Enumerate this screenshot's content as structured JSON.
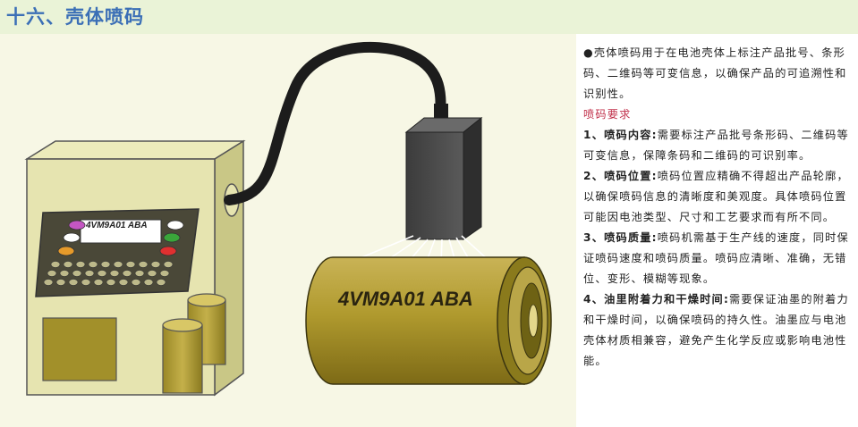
{
  "title": "十六、壳体喷码",
  "illustration": {
    "printer_screen_text": "4VM9A01 ABA",
    "battery_text": "4VM9A01 ABA"
  },
  "text": {
    "intro": "●壳体喷码用于在电池壳体上标注产品批号、条形码、二维码等可变信息，以确保产品的可追溯性和识别性。",
    "requirements_heading": "喷码要求",
    "items": [
      {
        "label": "1、喷码内容:",
        "body": "需要标注产品批号条形码、二维码等可变信息，保障条码和二维码的可识别率。"
      },
      {
        "label": "2、喷码位置:",
        "body": "喷码位置应精确不得超出产品轮廓，以确保喷码信息的清晰度和美观度。具体喷码位置可能因电池类型、尺寸和工艺要求而有所不同。"
      },
      {
        "label": "3、喷码质量:",
        "body": "喷码机需基于生产线的速度，同时保证喷码速度和喷码质量。喷码应清晰、准确，无错位、变形、模糊等现象。"
      },
      {
        "label": "4、油里附着力和干燥时间:",
        "body": "需要保证油墨的附着力和干燥时间，以确保喷码的持久性。油墨应与电池壳体材质相兼容，避免产生化学反应或影响电池性能。"
      }
    ]
  },
  "colors": {
    "title_color": "#3b6fb6",
    "title_bg": "#eaf3d7",
    "heading_red": "#c0304a"
  }
}
